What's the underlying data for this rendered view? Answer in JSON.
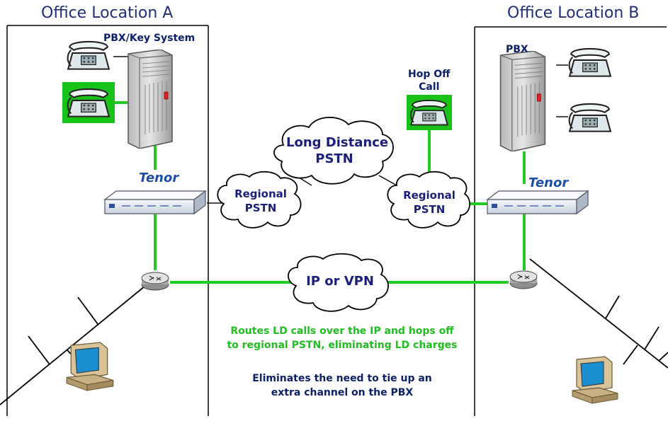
{
  "locations": {
    "a_title": "Office Location A",
    "b_title": "Office Location B"
  },
  "labels": {
    "pbx_key_system": "PBX/Key System",
    "pbx": "PBX",
    "hop_off_call": "Hop Off\nCall",
    "brand": "Tenor"
  },
  "clouds": {
    "long_distance": "Long Distance\nPSTN",
    "regional_left": "Regional\nPSTN",
    "regional_right": "Regional\nPSTN",
    "ip_vpn": "IP or VPN"
  },
  "captions": {
    "routes": "Routes LD calls over the IP and hops off\nto regional PSTN, eliminating LD charges",
    "eliminates": "Eliminates the need to tie up an\nextra channel on the PBX"
  },
  "colors": {
    "link_green": "#22cc22",
    "highlight_green": "#19c219",
    "navy_text": "#0b1f6b",
    "border": "#000000"
  },
  "icons": [
    "telephone-icon",
    "pbx-rack-icon",
    "tenor-gateway-icon",
    "router-icon",
    "cloud-icon",
    "computer-icon"
  ]
}
